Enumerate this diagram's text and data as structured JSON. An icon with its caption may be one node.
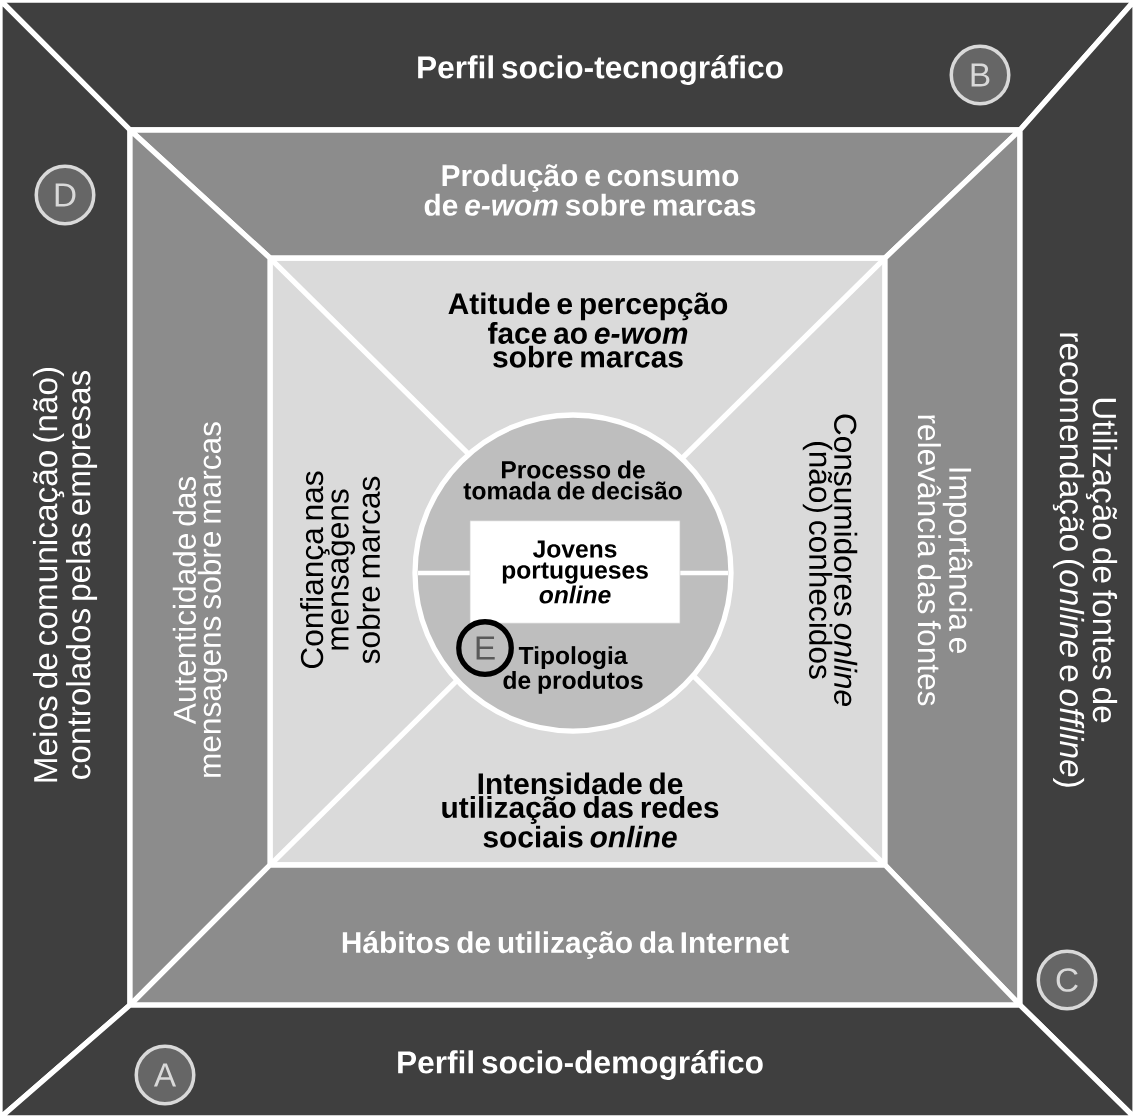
{
  "diagram": {
    "nodes": [
      {
        "text": [
          "Perfil socio-tecnográfico"
        ]
      },
      {
        "text": [
          "B"
        ],
        "in": 0
      },
      {
        "text": [
          "Meios de comunicação (não) controlados pelas empresas"
        ]
      },
      {
        "text": [
          "D"
        ],
        "in": 2
      },
      {
        "text": [
          "Produção e consumo de *e-wom* sobre marcas"
        ]
      },
      {
        "text": [
          "Autenticidade das mensagens sobre marcas"
        ]
      },
      {
        "text": [
          "Importância e relevância das fontes"
        ]
      },
      {
        "text": [
          "Utilização de fontes de recomendação (*online* e *offline*)"
        ]
      },
      {
        "text": [
          "C"
        ],
        "in": 7
      },
      {
        "text": [
          "Atitude e percepção face ao *e-wom* sobre marcas"
        ]
      },
      {
        "text": [
          "Confiança nas mensagens sobre marcas"
        ]
      },
      {
        "text": [
          "Consumidores *online* (não) conhecidos"
        ]
      },
      {
        "text": [
          "Processo de tomada de decisão",
          "Tipologia de produtos"
        ]
      },
      {
        "text": [
          "Jovens portugueses *online*"
        ],
        "in": 12
      },
      {
        "text": [
          "E"
        ],
        "in": 12
      },
      {
        "text": [
          "Intensidade de utilização das redes sociais *online*"
        ]
      },
      {
        "text": [
          "Hábitos de utilização da Internet"
        ]
      },
      {
        "text": [
          "Perfil socio-demográfico"
        ]
      },
      {
        "text": [
          "A"
        ],
        "in": 17
      }
    ]
  }
}
